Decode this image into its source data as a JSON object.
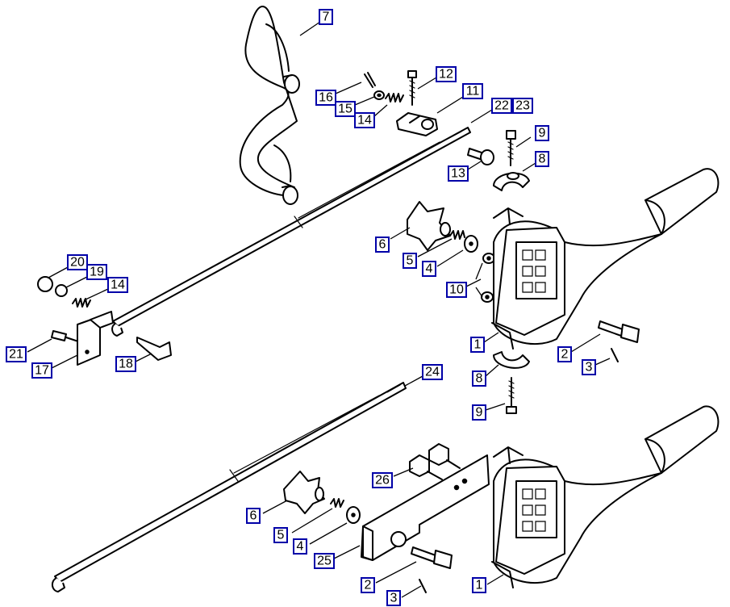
{
  "callouts": [
    {
      "id": "c7",
      "label": "7"
    },
    {
      "id": "c12",
      "label": "12"
    },
    {
      "id": "c16",
      "label": "16"
    },
    {
      "id": "c15",
      "label": "15"
    },
    {
      "id": "c14a",
      "label": "14"
    },
    {
      "id": "c11",
      "label": "11"
    },
    {
      "id": "c22",
      "label": "22"
    },
    {
      "id": "c23",
      "label": "23"
    },
    {
      "id": "c9a",
      "label": "9"
    },
    {
      "id": "c8a",
      "label": "8"
    },
    {
      "id": "c13",
      "label": "13"
    },
    {
      "id": "c6a",
      "label": "6"
    },
    {
      "id": "c5a",
      "label": "5"
    },
    {
      "id": "c4a",
      "label": "4"
    },
    {
      "id": "c10",
      "label": "10"
    },
    {
      "id": "c20",
      "label": "20"
    },
    {
      "id": "c19",
      "label": "19"
    },
    {
      "id": "c14b",
      "label": "14"
    },
    {
      "id": "c21",
      "label": "21"
    },
    {
      "id": "c17",
      "label": "17"
    },
    {
      "id": "c18",
      "label": "18"
    },
    {
      "id": "c1a",
      "label": "1"
    },
    {
      "id": "c2a",
      "label": "2"
    },
    {
      "id": "c3a",
      "label": "3"
    },
    {
      "id": "c8b",
      "label": "8"
    },
    {
      "id": "c9b",
      "label": "9"
    },
    {
      "id": "c24",
      "label": "24"
    },
    {
      "id": "c26",
      "label": "26"
    },
    {
      "id": "c6b",
      "label": "6"
    },
    {
      "id": "c5b",
      "label": "5"
    },
    {
      "id": "c4b",
      "label": "4"
    },
    {
      "id": "c25",
      "label": "25"
    },
    {
      "id": "c2b",
      "label": "2"
    },
    {
      "id": "c3b",
      "label": "3"
    },
    {
      "id": "c1b",
      "label": "1"
    }
  ],
  "colors": {
    "callout_border": "#0000a8",
    "ink": "#000000",
    "background": "#ffffff"
  }
}
